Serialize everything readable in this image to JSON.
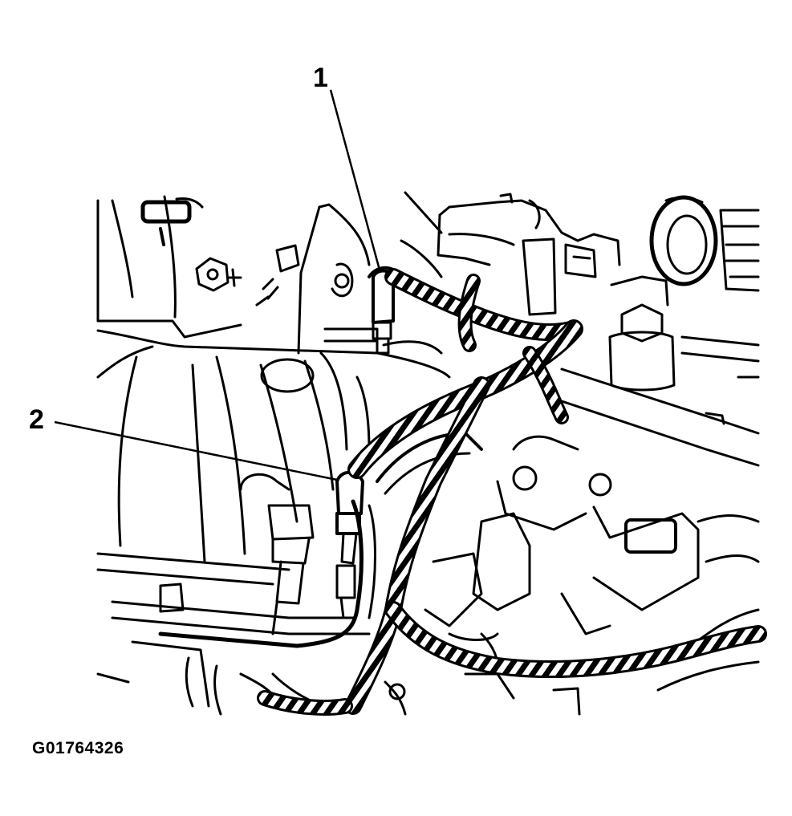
{
  "callouts": [
    {
      "id": "1",
      "label": "1"
    },
    {
      "id": "2",
      "label": "2"
    }
  ],
  "figure_id": "G01764326",
  "colors": {
    "ink": "#000000",
    "paper": "#ffffff"
  }
}
